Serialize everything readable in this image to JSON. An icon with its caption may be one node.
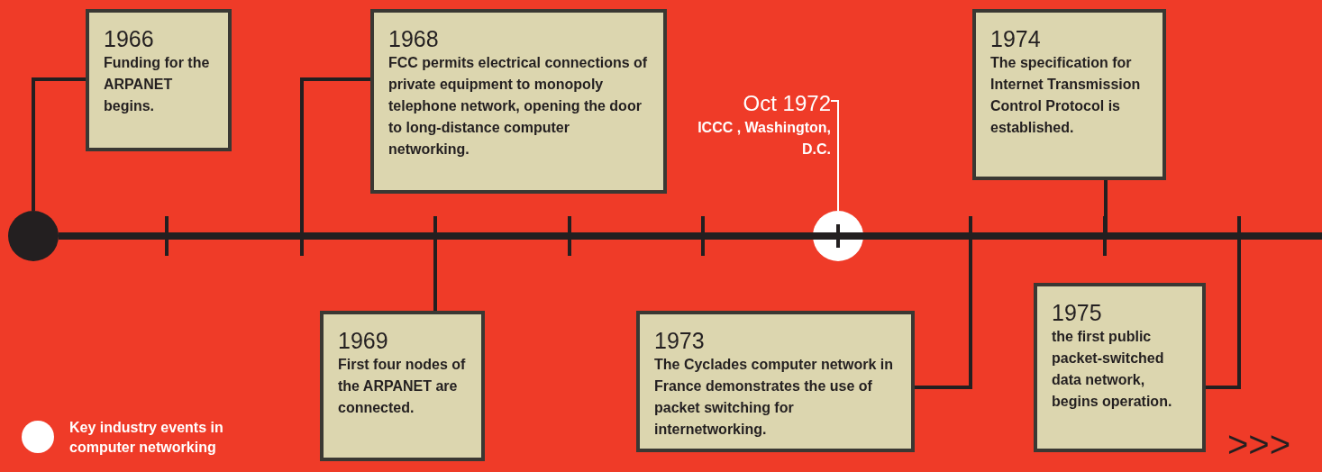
{
  "diagram": {
    "nodes": [
      {
        "text": [],
        "shape": "bar"
      },
      {
        "text": [],
        "shape": "circle"
      },
      {
        "text": [
          "1966",
          "Funding for the ARPANET begins."
        ]
      },
      {
        "text": [
          "1968",
          "FCC permits electrical connections of private equipment to monopoly telephone network, opening the door to long-distance computer networking."
        ]
      },
      {
        "text": [
          "1969",
          "First four nodes of the ARPANET are connected."
        ]
      },
      {
        "text": [
          "Oct 1972",
          "ICCC , Washington, D.C."
        ]
      },
      {
        "text": [],
        "shape": "circle"
      },
      {
        "text": [
          "1973",
          "The Cyclades computer network in France demonstrates the use of packet switching for internetworking."
        ]
      },
      {
        "text": [
          "1974",
          "The specification for Internet Transmission Control Protocol is established."
        ]
      },
      {
        "text": [
          "1975",
          "the first public packet-switched data network, begins operation."
        ]
      }
    ],
    "edges": [
      {
        "from": 2,
        "to": 1,
        "arrow": "none"
      },
      {
        "from": 3,
        "to": 0,
        "arrow": "none"
      },
      {
        "from": 4,
        "to": 0,
        "arrow": "none"
      },
      {
        "from": 5,
        "to": 6,
        "arrow": "none",
        "color": "#ffffff"
      },
      {
        "from": 7,
        "to": 0,
        "arrow": "none"
      },
      {
        "from": 8,
        "to": 0,
        "arrow": "none"
      },
      {
        "from": 9,
        "to": 0,
        "arrow": "none"
      }
    ],
    "labels": [
      ">>>"
    ],
    "legend": [
      {
        "text": "Key industry events in computer networking",
        "color": "#ffffff"
      }
    ]
  }
}
